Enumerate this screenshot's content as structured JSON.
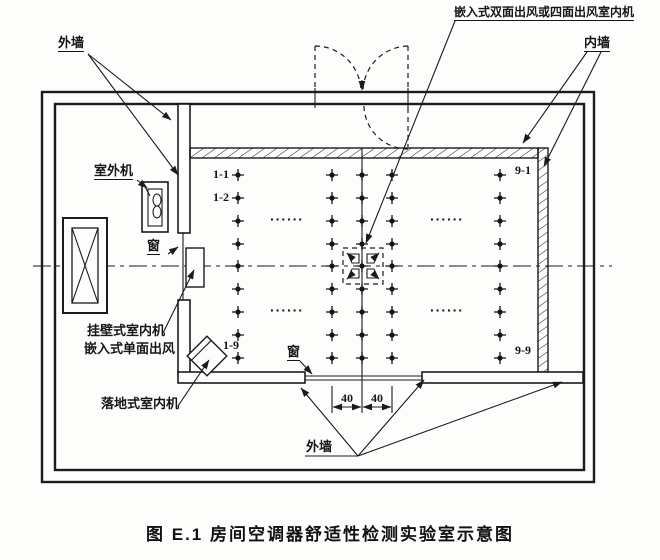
{
  "caption": "图 E.1  房间空调器舒适性检测实验室示意图",
  "labels": {
    "outer_wall_top_left": "外墙",
    "outer_wall_bottom": "外墙",
    "inner_wall": "内墙",
    "outdoor_unit": "室外机",
    "window_left": "窗",
    "window_bottom": "窗",
    "cassette_unit": "嵌入式双面出风或四面出风室内机",
    "wall_mounted_indoor_unit": "挂壁式室内机",
    "embedded_single_outlet": "嵌入式单面出风",
    "floor_standing_indoor_unit": "落地式室内机"
  },
  "point_labels": {
    "p11": "1-1",
    "p12": "1-2",
    "p19": "1-9",
    "p91": "9-1",
    "p99": "9-9"
  },
  "ellipsis": "······",
  "dimensions": {
    "d1": "40",
    "d2": "40"
  },
  "grid": {
    "cols": [
      238,
      332,
      362,
      392,
      500
    ],
    "rows": [
      175,
      198,
      221,
      244,
      266,
      289,
      312,
      335,
      358
    ]
  },
  "colors": {
    "line": "#1b1b1b",
    "background": "#fdfdfc"
  }
}
